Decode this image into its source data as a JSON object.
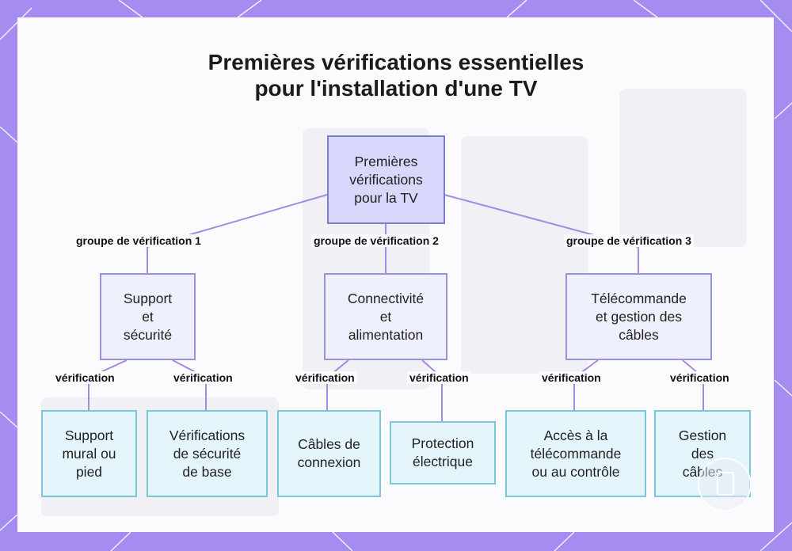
{
  "title_line1": "Premières vérifications essentielles",
  "title_line2": "pour l'installation d'une TV",
  "nodes": {
    "root": "Premières\nvérifications\npour la TV",
    "support": "Support\net\nsécurité",
    "connect": "Connectivité\net\nalimentation",
    "remote": "Télécommande\net gestion des\ncâbles",
    "leaf_mount": "Support\nmural ou\npied",
    "leaf_safety": "Vérifications\nde sécurité\nde base",
    "leaf_cables": "Câbles de\nconnexion",
    "leaf_power": "Protection\nélectrique",
    "leaf_access": "Accès à la\ntélécommande\nou au contrôle",
    "leaf_manage": "Gestion\ndes\ncâbles"
  },
  "edge_labels": {
    "g1": "groupe de vérification 1",
    "g2": "groupe de vérification 2",
    "g3": "groupe de vérification 3",
    "v": "vérification"
  },
  "colors": {
    "frame": "#a48cf0",
    "edge": "#a28be0",
    "root_fill": "#d7d8fb",
    "mid_fill": "#eef0fd",
    "leaf_fill": "#e4f6fb"
  }
}
